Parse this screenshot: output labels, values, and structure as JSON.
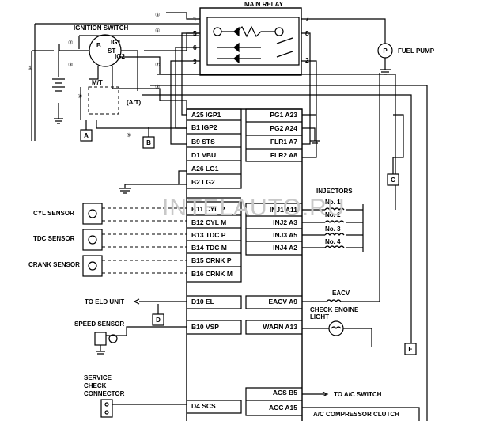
{
  "title": "MAIN RELAY",
  "components": {
    "ignition_switch": "IGNITION SWITCH",
    "main_relay": "MAIN RELAY",
    "fuel_pump": "FUEL PUMP",
    "injectors": "INJECTORS",
    "eacv": "EACV",
    "check_engine_light": [
      "CHECK ENGINE",
      "LIGHT"
    ],
    "cyl_sensor": "CYL SENSOR",
    "tdc_sensor": "TDC SENSOR",
    "crank_sensor": "CRANK SENSOR",
    "speed_sensor": "SPEED SENSOR",
    "service_check_connector": [
      "SERVICE",
      "CHECK",
      "CONNECTOR"
    ],
    "to_eld": "TO ELD UNIT",
    "to_ac_switch": "TO A/C SWITCH",
    "ac_clutch": "A/C COMPRESSOR CLUTCH",
    "mt": "M/T",
    "at": "(A/T)",
    "switch_b": "B",
    "switch_ig1": "IG1",
    "switch_st": "ST",
    "switch_ig2": "IG2",
    "pump_p": "P"
  },
  "relay_pins": [
    "1",
    "5",
    "6",
    "3",
    "7",
    "8",
    "2"
  ],
  "wire_numbers": [
    "①",
    "②",
    "③",
    "④",
    "⑤",
    "⑥",
    "⑦",
    "⑧",
    "⑨"
  ],
  "injectors": [
    "No. 1",
    "No. 2",
    "No. 3",
    "No. 4"
  ],
  "ecu_left_pins": [
    "A25 IGP1",
    "B1 IGP2",
    "B9 STS",
    "D1 VBU",
    "A26 LG1",
    "B2 LG2",
    "B11 CYL P",
    "B12 CYL M",
    "B13 TDC P",
    "B14 TDC M",
    "B15 CRNK P",
    "B16 CRNK M",
    "D10 EL",
    "B10 VSP",
    "D4 SCS"
  ],
  "ecu_right_pins": [
    "PG1 A23",
    "PG2 A24",
    "FLR1 A7",
    "FLR2 A8",
    "INJ1 A11",
    "INJ2 A3",
    "INJ3 A5",
    "INJ4 A2",
    "EACV A9",
    "WARN A13",
    "ACS B5",
    "ACC A15"
  ],
  "connector_refs": [
    "A",
    "B",
    "C",
    "D",
    "E"
  ],
  "watermark": "INTELAUTO.RU"
}
